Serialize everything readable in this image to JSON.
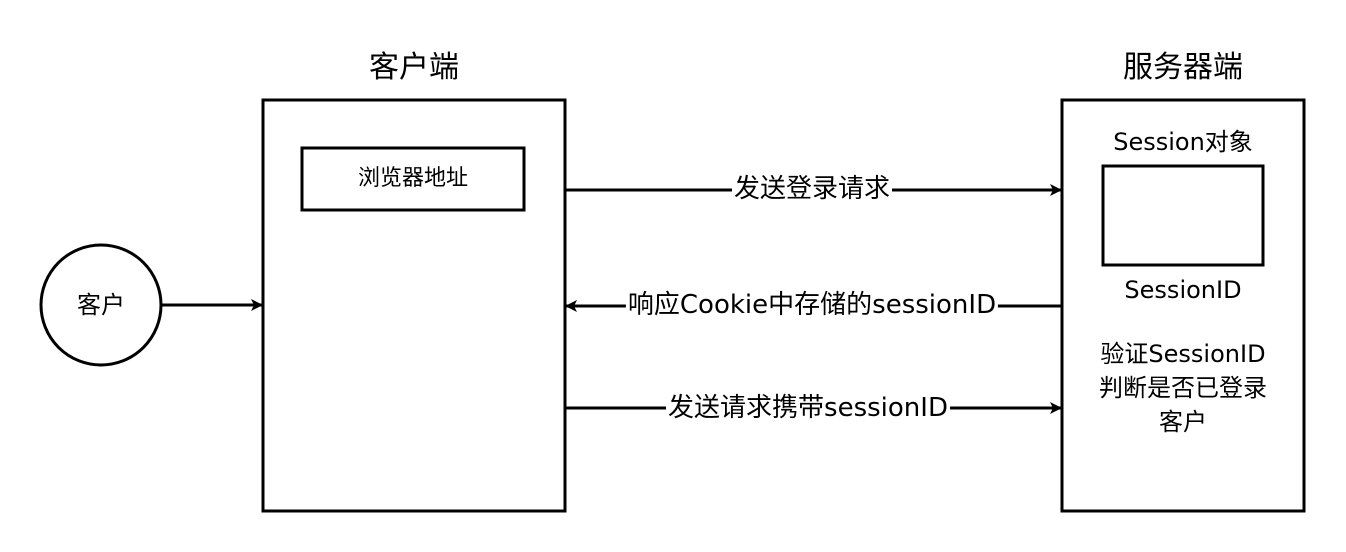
{
  "client": {
    "title": "客户端",
    "address_bar": "浏览器地址"
  },
  "server": {
    "title": "服务器端",
    "session_object_label": "Session对象",
    "session_id_label": "SessionID",
    "verify_text": "验证SessionID判断是否已登录客户"
  },
  "user": {
    "label": "客户"
  },
  "edges": {
    "login_request": "发送登录请求",
    "cookie_response": "响应Cookie中存储的sessionID",
    "request_with_session": "发送请求携带sessionID"
  }
}
